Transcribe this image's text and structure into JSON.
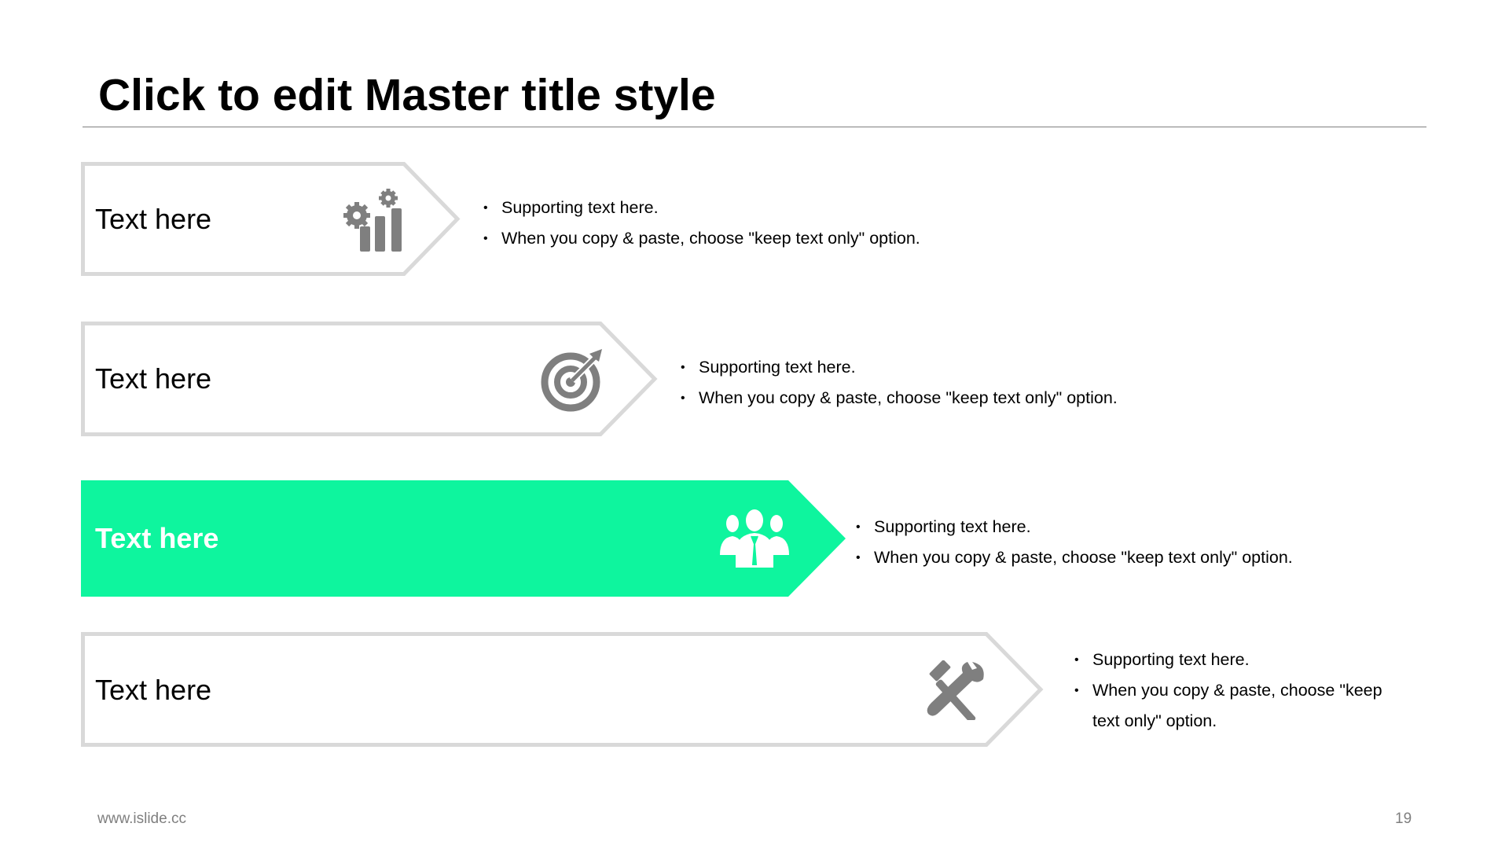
{
  "slide": {
    "title": "Click to edit Master title style",
    "accent_color": "#0ef59e",
    "border_color": "#d9d9d9",
    "icon_color": "#7f7f7f"
  },
  "rows": [
    {
      "label": "Text here",
      "icon": "gears-bar-chart-icon",
      "active": false,
      "bullets": [
        "Supporting text here.",
        "When you copy & paste, choose \"keep text only\" option."
      ]
    },
    {
      "label": "Text here",
      "icon": "target-arrow-icon",
      "active": false,
      "bullets": [
        "Supporting text here.",
        "When you copy & paste, choose \"keep text only\" option."
      ]
    },
    {
      "label": "Text here",
      "icon": "team-people-icon",
      "active": true,
      "bullets": [
        "Supporting text here.",
        "When you copy & paste, choose \"keep text only\" option."
      ]
    },
    {
      "label": "Text here",
      "icon": "tools-wrench-hammer-icon",
      "active": false,
      "bullets": [
        "Supporting text here.",
        "When you copy & paste, choose \"keep text only\" option."
      ]
    }
  ],
  "footer": {
    "website": "www.islide.cc",
    "page_number": "19"
  }
}
